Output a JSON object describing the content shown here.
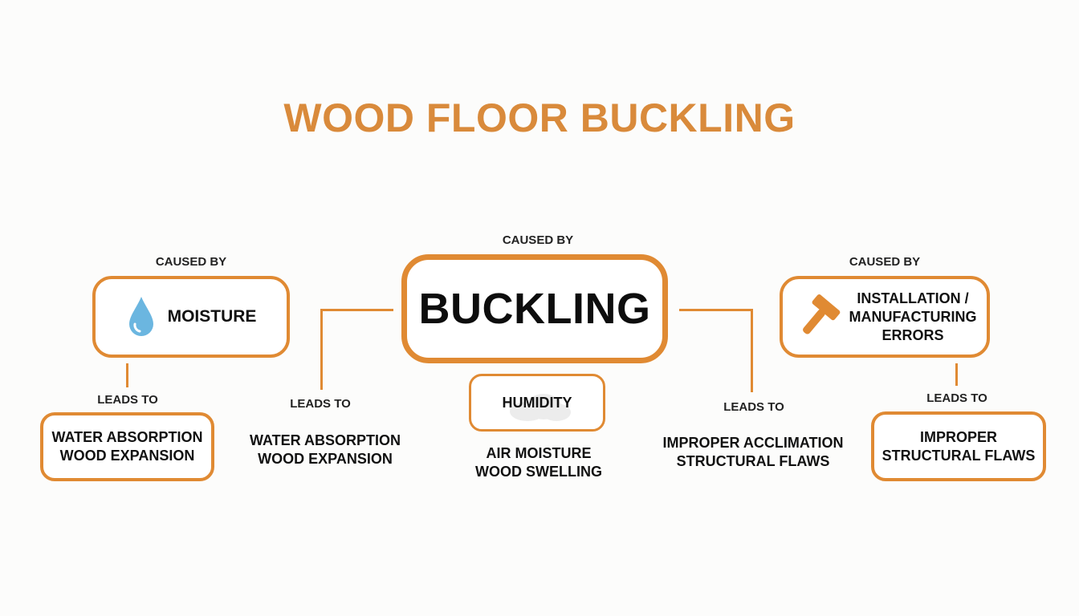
{
  "title": "WOOD FLOOR BUCKLING",
  "center": {
    "caused_by": "CAUSED BY",
    "label": "BUCKLING"
  },
  "left": {
    "caused_by": "CAUSED BY",
    "cause": "MOISTURE",
    "cause_icon": "water-drop-icon",
    "leads_to_a": "LEADS TO",
    "effect_a_line1": "WATER ABSORPTION",
    "effect_a_line2": "WOOD EXPANSION",
    "leads_to_b": "LEADS TO",
    "effect_b_line1": "WATER ABSORPTION",
    "effect_b_line2": "WOOD EXPANSION"
  },
  "middle": {
    "cause": "HUMIDITY",
    "cause_icon": "cloud-icon",
    "effect_line1": "AIR MOISTURE",
    "effect_line2": "WOOD SWELLING"
  },
  "right": {
    "caused_by": "CAUSED BY",
    "cause_line1": "INSTALLATION /",
    "cause_line2": "MANUFACTURING",
    "cause_line3": "ERRORS",
    "cause_icon": "hammer-icon",
    "leads_to_a": "LEADS TO",
    "effect_a_line1": "IMPROPER ACCLIMATION",
    "effect_a_line2": "STRUCTURAL FLAWS",
    "leads_to_b": "LEADS TO",
    "effect_b_line1": "IMPROPER",
    "effect_b_line2": "STRUCTURAL FLAWS"
  },
  "colors": {
    "accent": "#e08a33",
    "title": "#d98a3b",
    "water": "#6bb6e0"
  }
}
